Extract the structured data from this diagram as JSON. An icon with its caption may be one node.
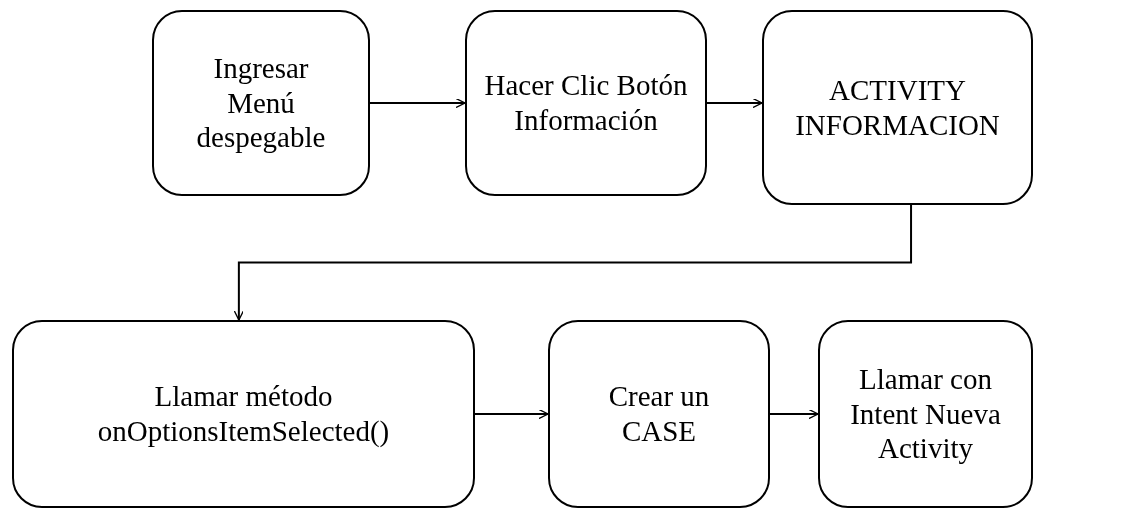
{
  "diagram": {
    "nodes": [
      {
        "text": [
          "Ingresar Menú despegable"
        ]
      },
      {
        "text": [
          "Hacer Clic Botón Información"
        ]
      },
      {
        "text": [
          "ACTIVITY INFORMACION"
        ]
      },
      {
        "text": [
          "Llamar método onOptionsItemSelected()"
        ]
      },
      {
        "text": [
          "Crear un CASE"
        ]
      },
      {
        "text": [
          "Llamar con Intent Nueva Activity"
        ]
      }
    ],
    "edges": [
      {
        "from": 0,
        "to": 1,
        "arrow": "to"
      },
      {
        "from": 1,
        "to": 2,
        "arrow": "to"
      },
      {
        "from": 2,
        "to": 3,
        "arrow": "to"
      },
      {
        "from": 3,
        "to": 4,
        "arrow": "to"
      },
      {
        "from": 4,
        "to": 5,
        "arrow": "to"
      }
    ]
  }
}
